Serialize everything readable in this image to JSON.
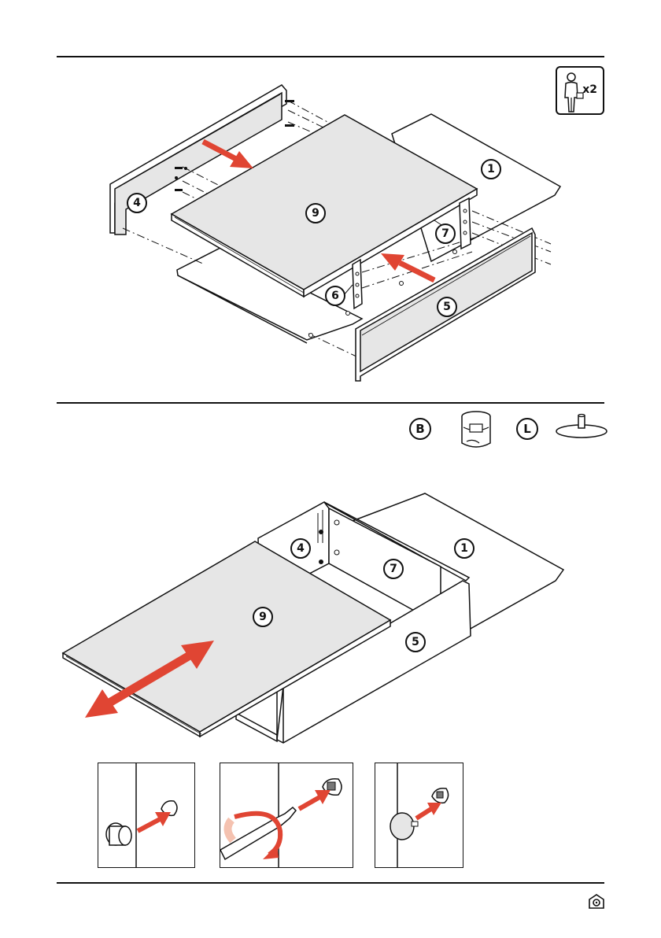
{
  "persons": {
    "count_label": "x2"
  },
  "step1": {
    "labels": {
      "p1": "1",
      "p4": "4",
      "p5": "5",
      "p6": "6",
      "p7": "7",
      "p9": "9"
    }
  },
  "step2": {
    "hardware": [
      {
        "id": "B",
        "name": "cam-lock"
      },
      {
        "id": "L",
        "name": "cover-cap"
      }
    ],
    "labels": {
      "p1": "1",
      "p4": "4",
      "p5": "5",
      "p7": "7",
      "p9": "9"
    }
  },
  "colors": {
    "arrow": "#e04533",
    "panel_gray": "#e6e6e6",
    "line": "#111111"
  }
}
